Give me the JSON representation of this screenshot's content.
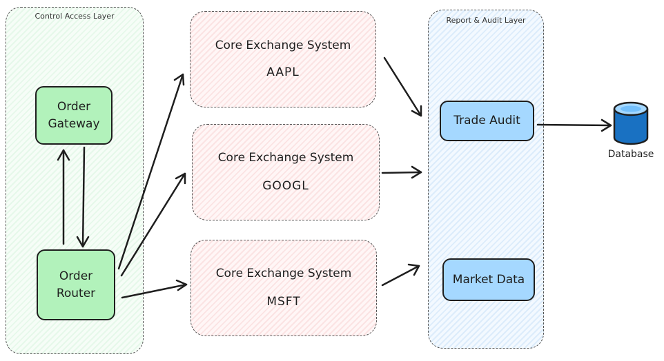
{
  "layers": {
    "control": {
      "title": "Control Access Layer"
    },
    "report": {
      "title": "Report & Audit Layer"
    }
  },
  "nodes": {
    "order_gateway": "Order\nGateway",
    "order_router": "Order\nRouter",
    "trade_audit": "Trade Audit",
    "market_data": "Market Data"
  },
  "core_systems": [
    {
      "title": "Core Exchange System",
      "symbol": "AAPL"
    },
    {
      "title": "Core Exchange System",
      "symbol": "GOOGL"
    },
    {
      "title": "Core Exchange System",
      "symbol": "MSFT"
    }
  ],
  "database": {
    "label": "Database",
    "color": "#1971c2"
  }
}
